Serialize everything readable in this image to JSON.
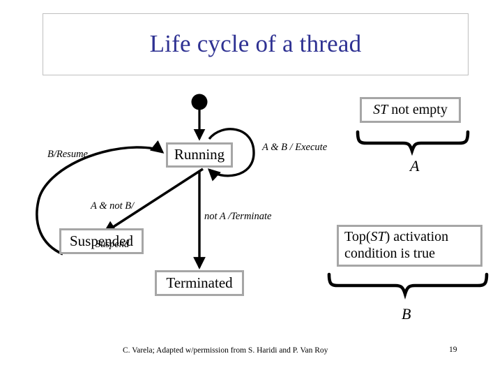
{
  "slide": {
    "title": "Life cycle of a thread",
    "title_color": "#2e3192",
    "page_number": "19",
    "credit": "C. Varela; Adapted w/permission from S. Haridi and P. Van Roy",
    "box_border_color": "#a6a6a6",
    "title_border_color": "#bfbfbf",
    "edge_color": "#000000"
  },
  "states": {
    "running": "Running",
    "suspended": "Suspended",
    "terminated": "Terminated"
  },
  "transitions": {
    "resume": "B/Resume",
    "execute": "A & B / Execute",
    "suspend_line1": "A & not B/",
    "suspend_line2": "Suspend",
    "terminate": "not A /Terminate"
  },
  "conditions": {
    "st_not_empty_italic": "ST",
    "st_not_empty_rest": " not empty",
    "top_line1_a": "Top(",
    "top_line1_italic": "ST",
    "top_line1_b": ") activation",
    "top_line2": "condition is true",
    "brace_a": "A",
    "brace_b": "B"
  },
  "icons": {
    "start_state": "filled-circle-start-node"
  }
}
